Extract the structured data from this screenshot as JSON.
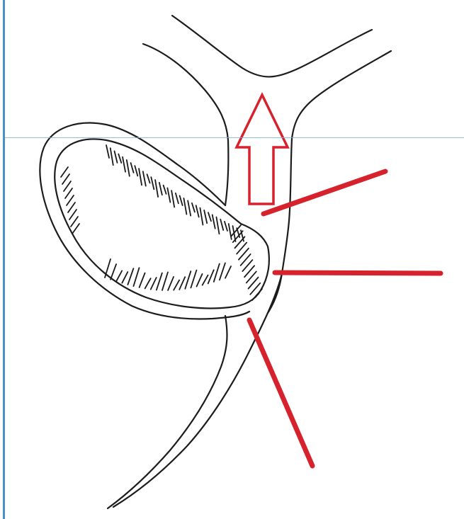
{
  "figure": {
    "background": "#ffffff",
    "ink_color": "#1c1c1c",
    "accent_color": "#d6222c",
    "frame_color": "#4a90c8",
    "guide_color": "#7fb2dd"
  },
  "arrow": {
    "icon": "up-arrow-outline-icon",
    "direction": "up"
  },
  "pointers": [
    {
      "name": "pointer-upper"
    },
    {
      "name": "pointer-middle"
    },
    {
      "name": "pointer-lower"
    }
  ]
}
